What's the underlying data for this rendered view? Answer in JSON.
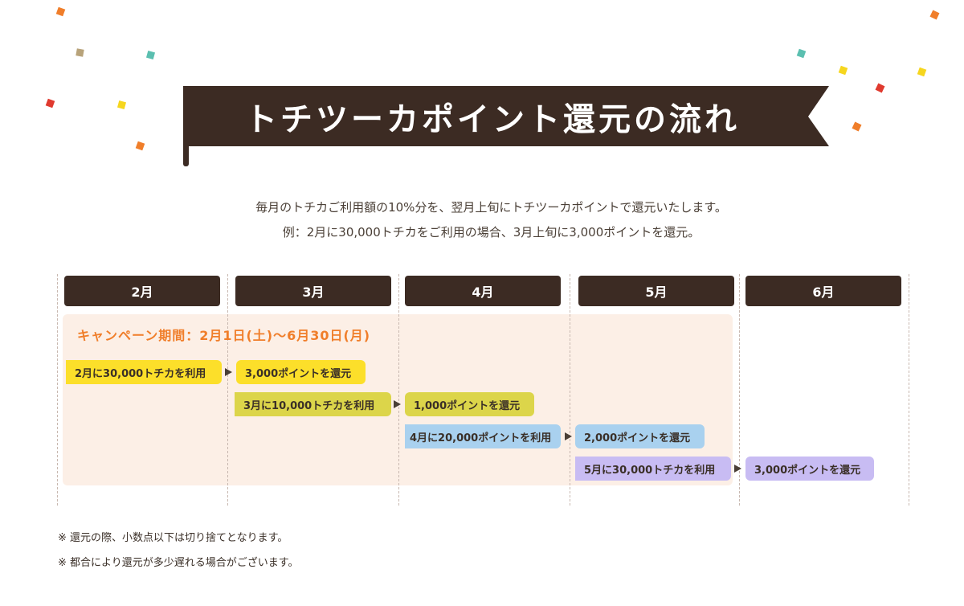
{
  "title": "トチツーカポイント還元の流れ",
  "intro": {
    "line1": "毎月のトチカご利用額の10%分を、翌月上旬にトチツーカポイントで還元いたします。",
    "line2": "例：2月に30,000トチカをご利用の場合、3月上旬に3,000ポイントを還元。"
  },
  "months": [
    "2月",
    "3月",
    "4月",
    "5月",
    "6月"
  ],
  "campaign": "キャンペーン期間：2月1日(土)〜6月30日(月)",
  "flows": [
    {
      "use": "2月に30,000トチカを利用",
      "earn": "3,000ポイントを還元",
      "color": "#fcdf2a"
    },
    {
      "use": "3月に10,000トチカを利用",
      "earn": "1,000ポイントを還元",
      "color": "#dcd54a"
    },
    {
      "use": "4月に20,000ポイントを利用",
      "earn": "2,000ポイントを還元",
      "color": "#a9d1ef"
    },
    {
      "use": "5月に30,000トチカを利用",
      "earn": "3,000ポイントを還元",
      "color": "#c8bcf3"
    }
  ],
  "notes": [
    "※ 還元の際、小数点以下は切り捨てとなります。",
    "※ 都合により還元が多少遅れる場合がございます。"
  ],
  "colors": {
    "banner": "#3c2b23",
    "campaign_text": "#f07e2a",
    "campaign_bg": "#fcefe6"
  }
}
